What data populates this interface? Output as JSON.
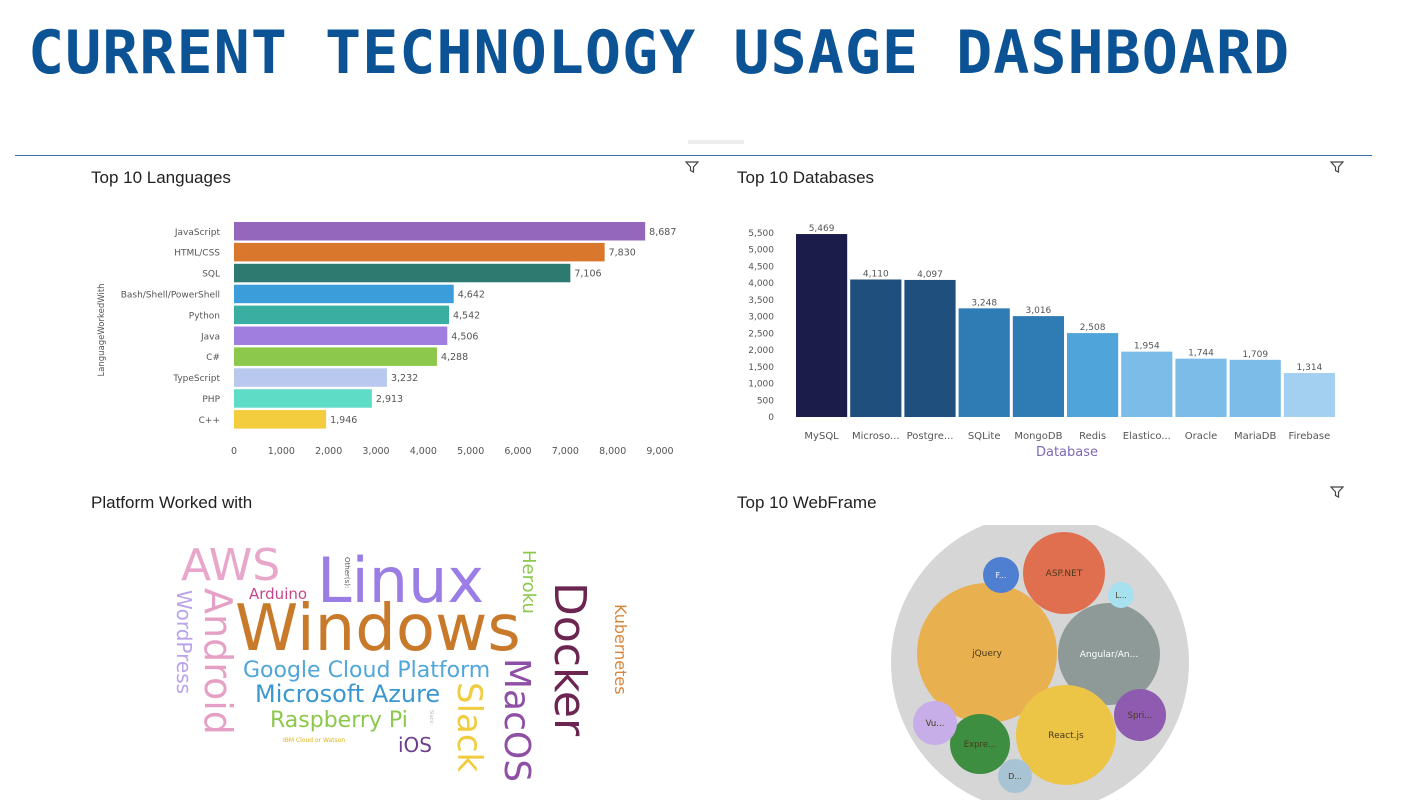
{
  "page": {
    "title": "CURRENT TECHNOLOGY USAGE DASHBOARD"
  },
  "panels": {
    "languages": {
      "title": "Top 10 Languages",
      "icon": "filter-icon"
    },
    "databases": {
      "title": "Top 10 Databases",
      "icon": "filter-icon"
    },
    "platforms": {
      "title": "Platform Worked with"
    },
    "webframes": {
      "title": "Top 10 WebFrame",
      "icon": "filter-icon"
    }
  },
  "chart_data": [
    {
      "type": "bar",
      "orientation": "horizontal",
      "title": "Top 10 Languages",
      "ylabel": "LanguageWorkedWith",
      "xlabel": "",
      "categories": [
        "JavaScript",
        "HTML/CSS",
        "SQL",
        "Bash/Shell/PowerShell",
        "Python",
        "Java",
        "C#",
        "TypeScript",
        "PHP",
        "C++"
      ],
      "values": [
        8687,
        7830,
        7106,
        4642,
        4542,
        4506,
        4288,
        3232,
        2913,
        1946
      ],
      "value_labels": [
        "8,687",
        "7,830",
        "7,106",
        "4,642",
        "4,542",
        "4,506",
        "4,288",
        "3,232",
        "2,913",
        "1,946"
      ],
      "colors": [
        "#9467bd",
        "#d9782d",
        "#2e7a70",
        "#3b9edb",
        "#3aaea0",
        "#a07ee0",
        "#8cc84b",
        "#b9c8ee",
        "#5fdcc6",
        "#f3cd3e"
      ],
      "xlim": [
        0,
        9000
      ],
      "xticks": [
        "0",
        "1,000",
        "2,000",
        "3,000",
        "4,000",
        "5,000",
        "6,000",
        "7,000",
        "8,000",
        "9,000"
      ]
    },
    {
      "type": "bar",
      "title": "Top 10 Databases",
      "xlabel": "Database",
      "ylabel": "",
      "categories": [
        "MySQL",
        "Microso...",
        "Postgre...",
        "SQLite",
        "MongoDB",
        "Redis",
        "Elastico...",
        "Oracle",
        "MariaDB",
        "Firebase"
      ],
      "values": [
        5469,
        4110,
        4097,
        3248,
        3016,
        2508,
        1954,
        1744,
        1709,
        1314
      ],
      "value_labels": [
        "5,469",
        "4,110",
        "4,097",
        "3,248",
        "3,016",
        "2,508",
        "1,954",
        "1,744",
        "1,709",
        "1,314"
      ],
      "colors": [
        "#1c1c4b",
        "#1f4f7d",
        "#1f4f7d",
        "#2f7bb3",
        "#2f7bb3",
        "#4fa4d9",
        "#7bbde8",
        "#7bbde8",
        "#7bbde8",
        "#a3cff0"
      ],
      "ylim": [
        0,
        5500
      ],
      "yticks": [
        "0",
        "500",
        "1,000",
        "1,500",
        "2,000",
        "2,500",
        "3,000",
        "3,500",
        "4,000",
        "4,500",
        "5,000",
        "5,500"
      ]
    },
    {
      "type": "table",
      "subtype": "wordcloud",
      "title": "Platform Worked with",
      "words": [
        {
          "text": "Windows",
          "color": "#c87a2a"
        },
        {
          "text": "Linux",
          "color": "#9a7ee6"
        },
        {
          "text": "Docker",
          "color": "#6b2550"
        },
        {
          "text": "AWS",
          "color": "#e8a6cb"
        },
        {
          "text": "Android",
          "color": "#e6a0c6"
        },
        {
          "text": "MacOS",
          "color": "#8e4fa5"
        },
        {
          "text": "Slack",
          "color": "#f0cc3f"
        },
        {
          "text": "Google Cloud Platform",
          "color": "#4fa6d9"
        },
        {
          "text": "Microsoft Azure",
          "color": "#3b97d0"
        },
        {
          "text": "Raspberry Pi",
          "color": "#8cc84b"
        },
        {
          "text": "WordPress",
          "color": "#b9a3ec"
        },
        {
          "text": "Heroku",
          "color": "#8cc84b"
        },
        {
          "text": "Kubernetes",
          "color": "#d6843a"
        },
        {
          "text": "Arduino",
          "color": "#c8458b"
        },
        {
          "text": "iOS",
          "color": "#6d3e8c"
        },
        {
          "text": "Other(s):",
          "color": "#555555"
        },
        {
          "text": "IBM Cloud or Watson",
          "color": "#e0b31c"
        },
        {
          "text": "Slack:",
          "color": "#bbbbbb"
        }
      ]
    },
    {
      "type": "table",
      "subtype": "bubble",
      "title": "Top 10 WebFrame",
      "bubbles": [
        {
          "label": "jQuery",
          "color": "#e8b04e"
        },
        {
          "label": "Angular/An...",
          "color": "#8d9a98"
        },
        {
          "label": "React.js",
          "color": "#ecc446"
        },
        {
          "label": "ASP.NET",
          "color": "#e06f4f"
        },
        {
          "label": "Spri...",
          "color": "#8f5bb0"
        },
        {
          "label": "Expre...",
          "color": "#3e8e41"
        },
        {
          "label": "Vu...",
          "color": "#c8aee8"
        },
        {
          "label": "F...",
          "color": "#4f7fd0"
        },
        {
          "label": "L...",
          "color": "#a7e0ee"
        },
        {
          "label": "D...",
          "color": "#a8c4d4"
        }
      ],
      "container_color": "#d6d6d6"
    }
  ]
}
